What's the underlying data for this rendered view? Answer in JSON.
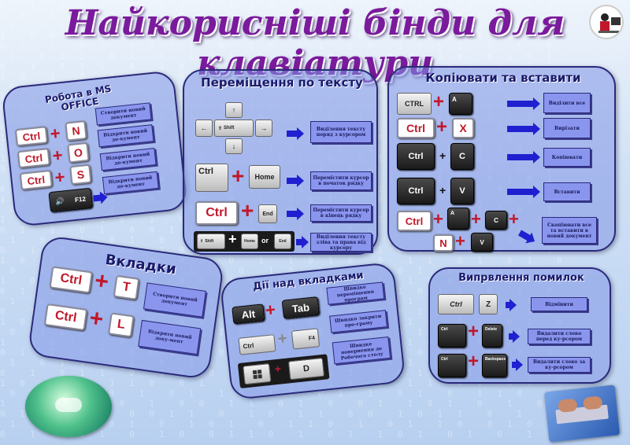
{
  "title": "Найкорисніші бінди для клавіатури",
  "office": {
    "title": "Робота в MS OFFICE",
    "rows": [
      {
        "key": "N",
        "desc": "Створити новий документ"
      },
      {
        "key": "O",
        "desc": "Відкрити новий до-кумент"
      },
      {
        "key": "S",
        "desc": "Відкрити новий до-кумент"
      },
      {
        "key": "F12",
        "desc": "Відкрити новий до-кумент"
      }
    ],
    "ctrl": "Ctrl"
  },
  "text_move": {
    "title": "Переміщення по тексту",
    "shift": "Shift",
    "ctrl": "Ctrl",
    "home": "Home",
    "end": "End",
    "or": "or",
    "shift_small": "Shift",
    "home_small": "Home",
    "end_small": "End",
    "desc": [
      "Виділення тексту поряд з курсором",
      "Перемістити курсор в початок рядку",
      "Перемістити курсор в кінець рядку",
      "Виділення тексту зліва та права від курсору"
    ]
  },
  "copy": {
    "title": "Копіювати та вставити",
    "ctrl_caps": "CTRL",
    "ctrl": "Ctrl",
    "keys": [
      "A",
      "X",
      "C",
      "V",
      "A",
      "C",
      "N",
      "V"
    ],
    "desc": [
      "Виділити все",
      "Вирізати",
      "Копіювати",
      "Вставити",
      "Скопіювати все та вставити в новий документ"
    ]
  },
  "tabs": {
    "title": "Вкладки",
    "ctrl": "Ctrl",
    "rows": [
      {
        "key": "T",
        "desc": "Створити новий документ"
      },
      {
        "key": "L",
        "desc": "Відкрити новий доку-мент"
      }
    ]
  },
  "tab_actions": {
    "title": "Дії над вкладками",
    "alt": "Alt",
    "tab": "Tab",
    "ctrl": "Ctrl",
    "f4": "F4",
    "d": "D",
    "desc": [
      "Швидке переміщення програм",
      "Швидко закрити про-граму",
      "Швидке повернення до Робочого столу"
    ]
  },
  "fix": {
    "title": "Випрвлення помилок",
    "ctrl": "Ctrl",
    "z": "Z",
    "delete": "Delete",
    "backspace": "Backspace",
    "desc": [
      "Відмінити",
      "Видалити слово перед ку-рсором",
      "Видалити слово за ку-рсором"
    ]
  },
  "colors": {
    "accent": "#7a1a9c",
    "panel": "#8296e6",
    "arrow": "#2020d0",
    "key_red": "#c0182a"
  }
}
